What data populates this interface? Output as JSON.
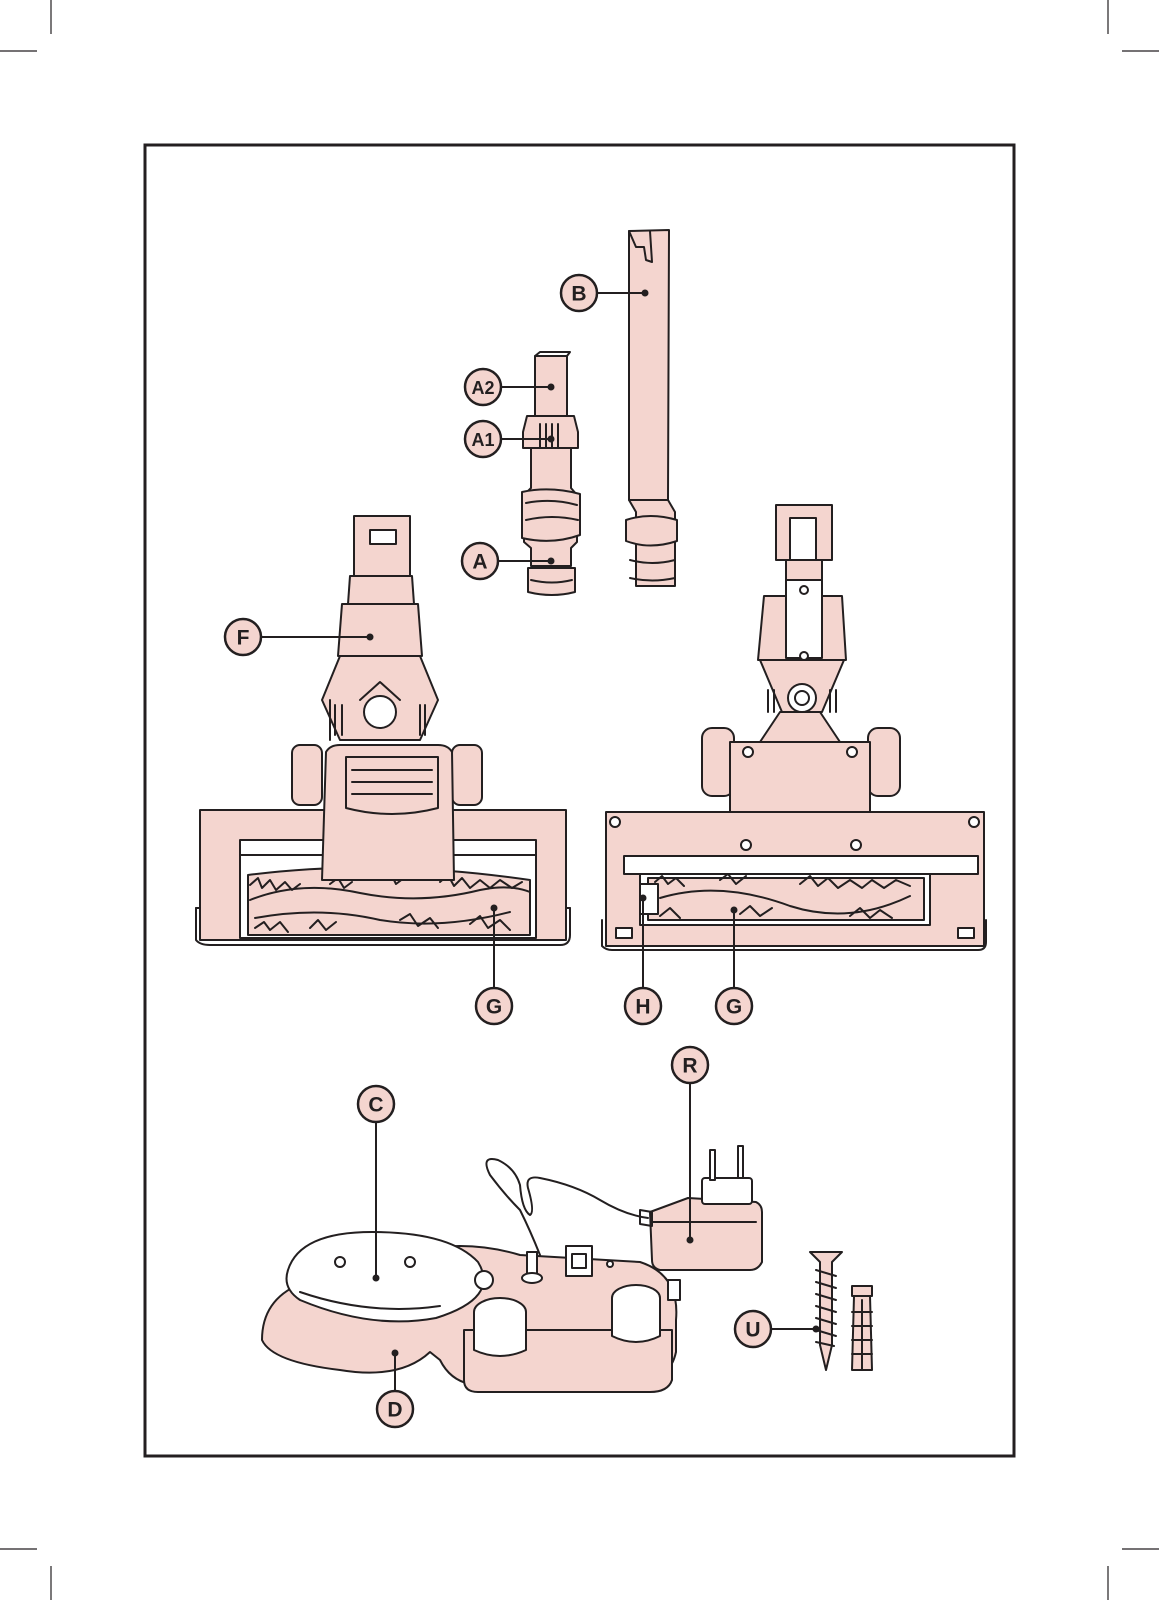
{
  "colors": {
    "line": "#231f20",
    "part_fill": "#f4d5cf",
    "paper": "#ffffff"
  },
  "labels": {
    "A": "A",
    "A1": "A1",
    "A2": "A2",
    "B": "B",
    "C": "C",
    "D": "D",
    "F": "F",
    "G": "G",
    "H": "H",
    "R": "R",
    "U": "U"
  },
  "icons": {
    "crop_marks": "crop-mark-icon",
    "parts": [
      "adapter-A-icon",
      "crevice-tool-B-icon",
      "floor-brush-front-icon",
      "floor-brush-back-icon",
      "charging-base-icon",
      "power-adapter-icon",
      "wall-screw-icon",
      "wall-plug-icon"
    ]
  }
}
